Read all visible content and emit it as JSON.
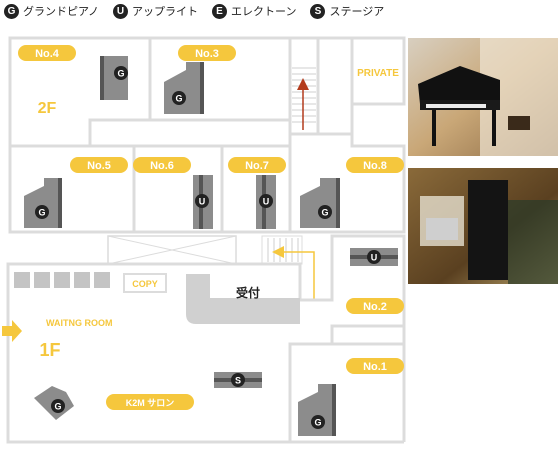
{
  "legend": [
    {
      "badge": "G",
      "label": "グランドピアノ",
      "icon": "grand-piano-icon"
    },
    {
      "badge": "U",
      "label": "アップライト",
      "icon": "upright-piano-icon"
    },
    {
      "badge": "E",
      "label": "エレクトーン",
      "icon": "electone-icon"
    },
    {
      "badge": "S",
      "label": "ステージア",
      "icon": "stagea-icon"
    }
  ],
  "floors": {
    "upper": "2F",
    "lower": "1F"
  },
  "rooms": {
    "no4": "No.4",
    "no3": "No.3",
    "private": "PRIVATE",
    "no5": "No.5",
    "no6": "No.6",
    "no7": "No.7",
    "no8": "No.8",
    "no2": "No.2",
    "no1": "No.1"
  },
  "areas": {
    "copy": "COPY",
    "reception": "受付",
    "waiting": "WAITNG ROOM",
    "salon": "K2M サロン"
  },
  "instrument_badges": {
    "grand": "G",
    "upright": "U",
    "stagea": "S"
  },
  "colors": {
    "accent": "#f5c73d",
    "wall": "#dcdcdc",
    "room_fill": "#ffffff",
    "piano": "#8c8c8c",
    "badge": "#222222",
    "arrow_red": "#b33b1c",
    "arrow_yellow": "#f5c73d"
  }
}
